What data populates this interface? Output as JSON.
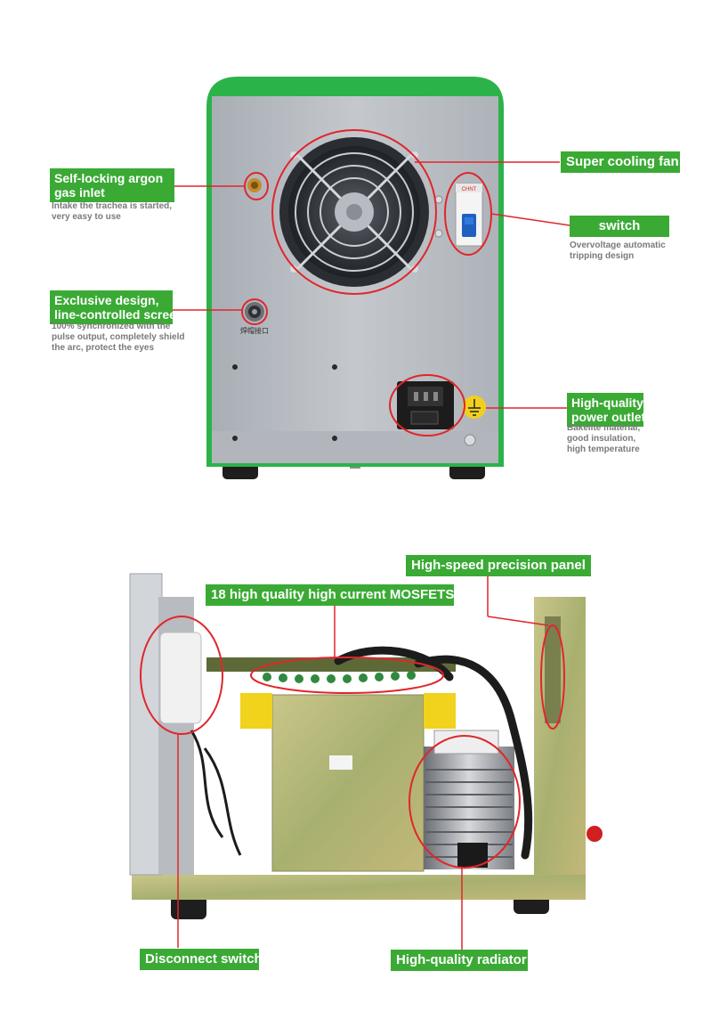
{
  "rear": {
    "callouts": [
      {
        "title_lines": [
          "Self-locking argon",
          "gas inlet"
        ],
        "desc_lines": [
          "Intake the trachea is started,",
          "very easy to use"
        ]
      },
      {
        "title_lines": [
          "Exclusive design,",
          "line-controlled screen"
        ],
        "desc_lines": [
          "100% synchronized with the",
          "pulse output, completely shield",
          "the arc, protect the eyes"
        ]
      },
      {
        "title_lines": [
          "Super cooling fan"
        ],
        "desc_lines": []
      },
      {
        "title_lines": [
          "switch"
        ],
        "desc_lines": [
          "Overvoltage automatic",
          "tripping design"
        ]
      },
      {
        "title_lines": [
          "High-quality",
          "power outlet"
        ],
        "desc_lines": [
          "Bakelite material,",
          "good insulation,",
          "high temperature"
        ]
      }
    ],
    "device_label": "焊帽接口",
    "breaker_label": "CHNT"
  },
  "inside": {
    "callouts": [
      {
        "title_lines": [
          "High-speed precision panel"
        ]
      },
      {
        "title_lines": [
          "18 high quality high current MOSFETS"
        ]
      },
      {
        "title_lines": [
          "Disconnect switch"
        ]
      },
      {
        "title_lines": [
          "High-quality radiator"
        ]
      }
    ]
  },
  "colors": {
    "tag_green": "#3aaa35",
    "callout_red": "#e0262b",
    "case_green": "#2bb34a",
    "panel_gray": "#b8bcc2"
  },
  "icons": [
    "fan-icon",
    "circuit-breaker-icon",
    "power-socket-icon",
    "ground-icon",
    "gas-inlet-icon",
    "connector-icon"
  ]
}
